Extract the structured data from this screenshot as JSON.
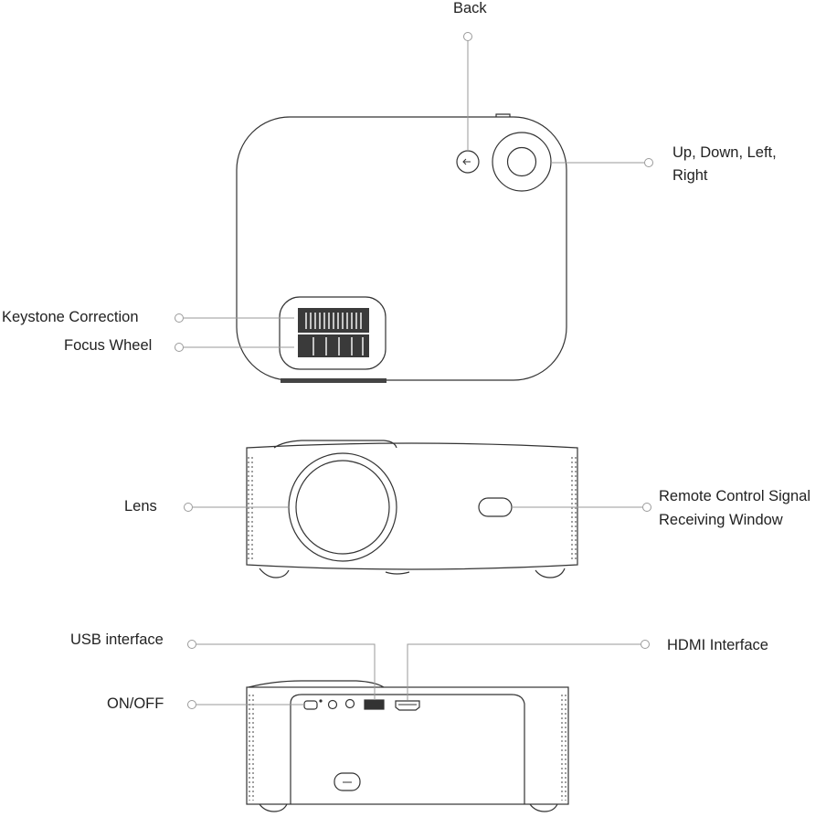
{
  "labels": {
    "back": "Back",
    "direction_line1": "Up, Down, Left,",
    "direction_line2": "Right",
    "keystone": "Keystone Correction",
    "focus": "Focus Wheel",
    "lens": "Lens",
    "remote_line1": "Remote Control Signal",
    "remote_line2": "Receiving Window",
    "usb": "USB interface",
    "hdmi": "HDMI Interface",
    "power": "ON/OFF"
  },
  "colors": {
    "stroke": "#333333",
    "leader": "#9a9a9a",
    "text": "#222222"
  }
}
